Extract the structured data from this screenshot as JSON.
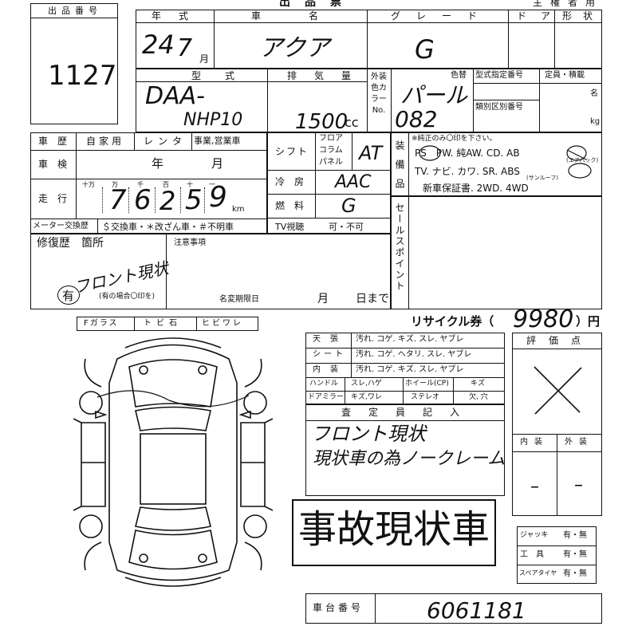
{
  "header": {
    "lot_label": "出品番号",
    "lot_number": "1127",
    "title": "出品票",
    "owner_label": "主権者用"
  },
  "row1": {
    "year_label": "年式",
    "year_value": "24",
    "month_value": "7",
    "month_unit": "月",
    "car_name_label": "車名",
    "car_name_value": "アクア",
    "grade_label": "グレード",
    "grade_value": "G",
    "door_label": "ドア",
    "body_label": "形状"
  },
  "row2": {
    "model_label": "型式",
    "model_value_1": "DAA-",
    "model_value_2": "NHP10",
    "displacement_label": "排気量",
    "displacement_value": "1500",
    "displacement_unit": "cc",
    "color_label": "外装色カラーNo.",
    "color_label_2": "色替",
    "color_value": "パール",
    "color_no": "082",
    "type_cert_label": "型式指定番号",
    "class_label": "類別区別番号",
    "capacity_label": "定員・積載",
    "capacity_unit": "名",
    "load_unit": "kg"
  },
  "history": {
    "label": "車歴",
    "options": [
      "自家用",
      "レンタ",
      "事業,営業車"
    ],
    "inspection_label": "車検",
    "inspection_year": "年",
    "inspection_month": "月",
    "mileage_label": "走行",
    "digit_units": [
      "十万",
      "万",
      "千",
      "百",
      "十",
      "一"
    ],
    "mileage_digits": [
      "",
      "7",
      "6",
      "2",
      "5",
      "9"
    ],
    "mileage_unit": "km",
    "meter_label": "メーター交換歴",
    "meter_options": "＄交換車・＊改ざん車・＃不明車"
  },
  "drive": {
    "shift_label": "シフト",
    "shift_options": [
      "フロア",
      "コラム",
      "パネル"
    ],
    "shift_value": "AT",
    "ac_label": "冷房",
    "ac_value": "AAC",
    "fuel_label": "燃料",
    "fuel_value": "G",
    "tv_label": "TV視聴",
    "tv_options": "可・不可"
  },
  "equipment": {
    "label": "装備品",
    "note": "※純正のみ〇印を下さい。",
    "line1": "PS　PW. 純AW.  CD.  AB",
    "airbag_note": "(エアバック)",
    "line2": "TV.  ナビ. カワ.  SR.  ABS",
    "sunroof_note": "(サンルーフ)",
    "line3": "新車保証書.  2WD.  4WD"
  },
  "sales": {
    "label": "セールスポイント"
  },
  "repair": {
    "label": "修復歴　箇所",
    "value": "フロント現状",
    "has": "有",
    "note": "(有の場合〇印を)",
    "attention_label": "注意事項",
    "name_change_label": "名変期限日",
    "month": "月",
    "day": "日まで"
  },
  "glass": {
    "labels": [
      "Fガラス",
      "トビ石",
      "ヒビワレ"
    ]
  },
  "recycle": {
    "label": "リサイクル券（",
    "value": "9980",
    "unit": "）円"
  },
  "interior": {
    "rows": [
      {
        "label": "天張",
        "options": "汚れ. コゲ. キズ. スレ. ヤブレ"
      },
      {
        "label": "シート",
        "options": "汚れ. コゲ. ヘタリ. スレ. ヤブレ"
      },
      {
        "label": "内装",
        "options": "汚れ. コゲ. キズ. スレ. ヤブレ"
      }
    ],
    "handle_label": "ハンドル",
    "handle_options": "スレ,ハゲ",
    "wheel_label": "ホイール(CP)",
    "wheel_options": "キズ",
    "mirror_label": "ドアミラー",
    "mirror_options": "キズ,ワレ",
    "stereo_label": "ステレオ",
    "stereo_options": "欠, 穴"
  },
  "inspector": {
    "label": "査定員記入",
    "line1": "フロント現状",
    "line2": "現状車の為ノークレーム",
    "stamp": "事故現状車"
  },
  "score": {
    "label": "評価点",
    "value": "X",
    "interior_label": "内装",
    "exterior_label": "外装",
    "interior_value": "–",
    "exterior_value": "–"
  },
  "tools": {
    "rows": [
      {
        "label": "ジャッキ",
        "options": "有・無"
      },
      {
        "label": "工具",
        "options": "有・無"
      },
      {
        "label": "スペアタイヤ",
        "options": "有・無"
      }
    ]
  },
  "chassis": {
    "label": "車台番号",
    "value": "6061181"
  }
}
